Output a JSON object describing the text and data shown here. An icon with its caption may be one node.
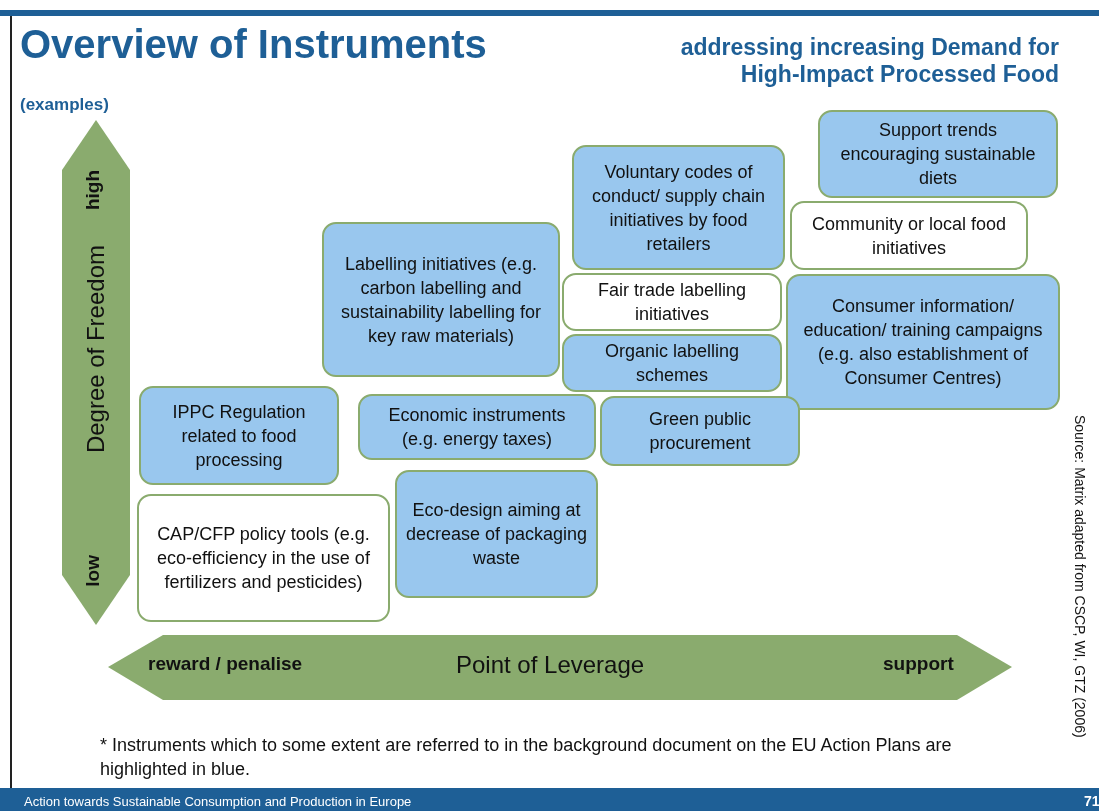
{
  "diagram": {
    "title": "Overview of Instruments",
    "nodes": [
      {
        "text": [
          "Support trends encouraging sustainable diets"
        ]
      },
      {
        "text": [
          "Voluntary codes of conduct/ supply chain initiatives by food retailers"
        ]
      },
      {
        "text": [
          "Community or local food initiatives"
        ]
      },
      {
        "text": [
          "Labelling initiatives (e.g. carbon labelling and sustainability labelling for key raw materials)"
        ]
      },
      {
        "text": [
          "Consumer information/ education/ training campaigns (e.g. also establishment of Consumer Centres)"
        ]
      },
      {
        "text": [
          "Fair trade labelling initiatives"
        ]
      },
      {
        "text": [
          "Organic labelling schemes"
        ]
      },
      {
        "text": [
          "IPPC Regulation related to food processing"
        ]
      },
      {
        "text": [
          "Economic instruments (e.g. energy taxes)"
        ]
      },
      {
        "text": [
          "Green public procurement"
        ]
      },
      {
        "text": [
          "Eco-design aiming at decrease of packaging waste"
        ]
      },
      {
        "text": [
          "CAP/CFP policy tools (e.g. eco-efficiency in the use of fertilizers and pesticides)"
        ]
      },
      {
        "text": [
          "high",
          "Degree of Freedom",
          "low"
        ]
      },
      {
        "text": [
          "reward / penalise",
          "Point of Leverage",
          "support"
        ]
      }
    ],
    "labels": [
      "addressing increasing Demand for High-Impact Processed Food",
      "(examples)",
      "* Instruments which to some extent are referred to in the background document on the EU Action Plans are highlighted in blue.",
      "Source: Matrix adapted from CSCP, WI, GTZ (2006)",
      "Action towards Sustainable Consumption and Production in Europe",
      "71"
    ]
  }
}
